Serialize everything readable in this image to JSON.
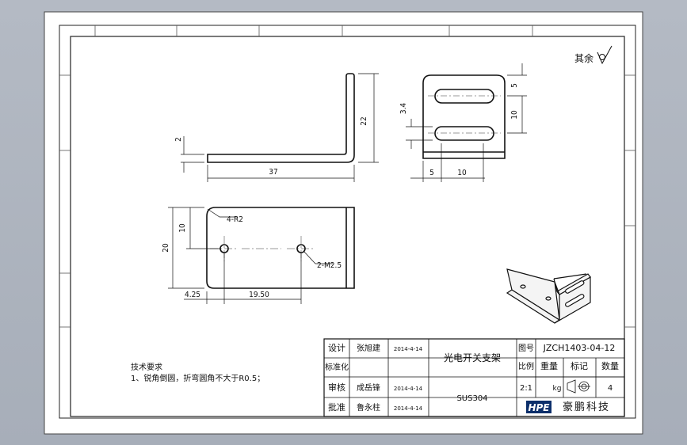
{
  "roughness": {
    "label": "其余"
  },
  "dims": {
    "side_height": "22",
    "side_thickness": "2",
    "side_length": "37",
    "end_top": "5",
    "end_spacing": "10",
    "end_slot_gap": "3.4",
    "end_left": "5",
    "end_width": "10",
    "flat_height": "20",
    "flat_half_height": "10",
    "corner_radius": "4-R2",
    "hole_callout": "2-M2.5",
    "flat_left_offset": "4.25",
    "hole_spacing": "19.50"
  },
  "notes": {
    "title": "技术要求",
    "item1": "1、锐角倒圆，折弯圆角不大于R0.5；"
  },
  "title_block": {
    "design_label": "设计",
    "design_name": "张旭建",
    "design_date": "2014-4-14",
    "std_label": "标准化",
    "review_label": "审核",
    "review_name": "成岳锋",
    "review_date": "2014-4-14",
    "approve_label": "批准",
    "approve_name": "鲁永柱",
    "approve_date": "2014-4-14",
    "part_name": "光电开关支架",
    "material": "SUS304",
    "drawing_no_label": "图号",
    "drawing_no": "JZCH1403-04-12",
    "scale_label": "比例",
    "weight_label": "重量",
    "mark_label": "标记",
    "qty_label": "数量",
    "scale": "2:1",
    "weight_unit": "kg",
    "qty": "4",
    "logo": "HPE",
    "company": "豪鹏科技"
  }
}
